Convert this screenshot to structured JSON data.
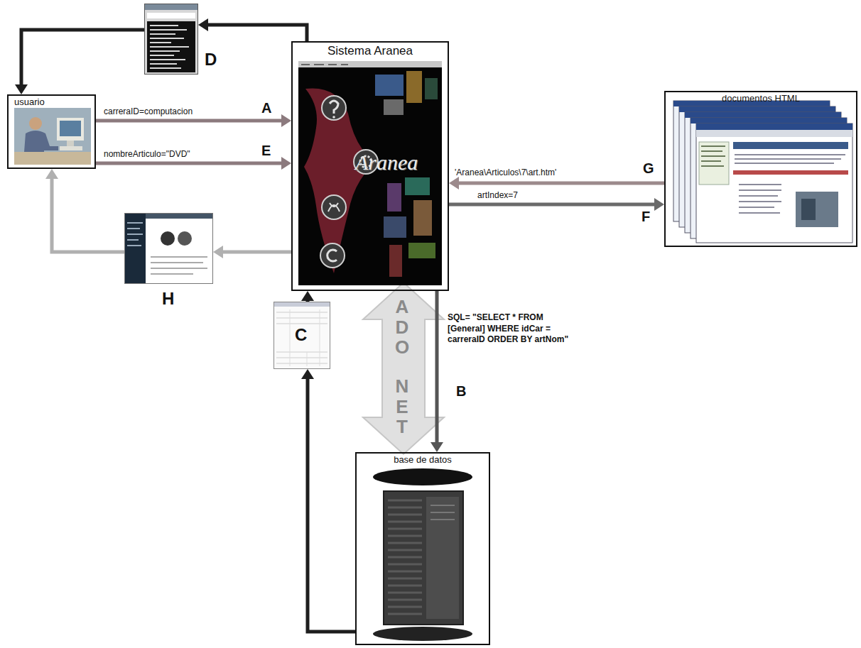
{
  "diagram": {
    "nodes": [
      {
        "text": [
          "D"
        ]
      },
      {
        "text": [
          "Sistema Aranea",
          "Aranea"
        ]
      },
      {
        "text": [
          "documentos HTML"
        ]
      },
      {
        "text": [
          "usuario"
        ]
      },
      {
        "text": [
          "H"
        ]
      },
      {
        "text": [
          "C"
        ]
      },
      {
        "text": [
          "base de datos"
        ]
      }
    ],
    "edges": [
      {
        "from": 1,
        "to": 0,
        "arrow": "to"
      },
      {
        "from": 0,
        "to": 3,
        "arrow": "to"
      },
      {
        "from": 3,
        "to": 1,
        "label": "carreraID=computacion",
        "arrow": "to"
      },
      {
        "from": 3,
        "to": 1,
        "label": "nombreArticulo=\"DVD\"",
        "arrow": "to"
      },
      {
        "from": 1,
        "to": 4,
        "arrow": "to"
      },
      {
        "from": 4,
        "to": 3,
        "arrow": "to"
      },
      {
        "from": 1,
        "to": 2,
        "label": "artIndex=7",
        "arrow": "to"
      },
      {
        "from": 2,
        "to": 1,
        "label": "'Aranea\\Articulos\\7\\art.htm'",
        "arrow": "to"
      },
      {
        "from": 1,
        "to": 6,
        "label": "SQL= \"SELECT * FROM [General] WHERE idCar = carreraID ORDER BY artNom\"",
        "arrow": "to"
      },
      {
        "from": 6,
        "to": 5,
        "arrow": "to"
      },
      {
        "from": 5,
        "to": 1,
        "arrow": "to"
      }
    ],
    "labels": [
      "A",
      "E",
      "F",
      "G",
      "B",
      "ADO",
      "NET"
    ]
  }
}
